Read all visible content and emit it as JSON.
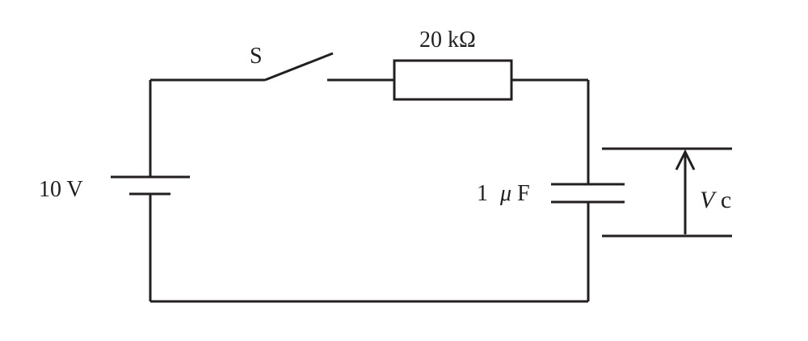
{
  "switch": {
    "label": "S"
  },
  "resistor": {
    "label": "20 kΩ"
  },
  "battery": {
    "label": "10 V"
  },
  "capacitor": {
    "label_number": "1",
    "label_mu": "μ",
    "label_unit": "F"
  },
  "voltage": {
    "symbol": "V",
    "subscript": "c"
  },
  "colors": {
    "ink": "#231f20",
    "background": "#ffffff"
  }
}
